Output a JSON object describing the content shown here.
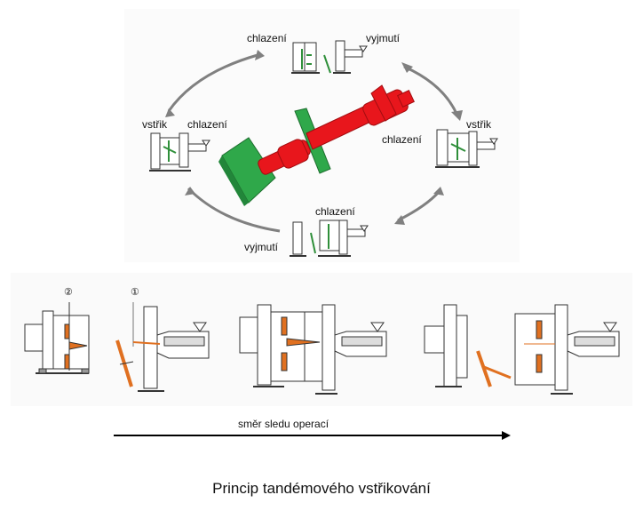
{
  "labels": {
    "top_cooling": "chlazení",
    "top_ejection": "vyjmutí",
    "right_injection": "vstřik",
    "right_cooling": "chlazení",
    "left_injection": "vstřik",
    "left_cooling": "chlazení",
    "bottom_cooling": "chlazení",
    "bottom_ejection": "vyjmutí",
    "step_marker_2": "②",
    "step_marker_1": "①",
    "direction": "směr sledu operací",
    "caption": "Princip tandémového vstřikování"
  },
  "colors": {
    "machine_red": "#e8161c",
    "platen_green": "#2fa84a",
    "part_orange": "#e07020",
    "part_green": "#2f8f3a",
    "arrow_grey": "#808080",
    "line": "#333333"
  }
}
